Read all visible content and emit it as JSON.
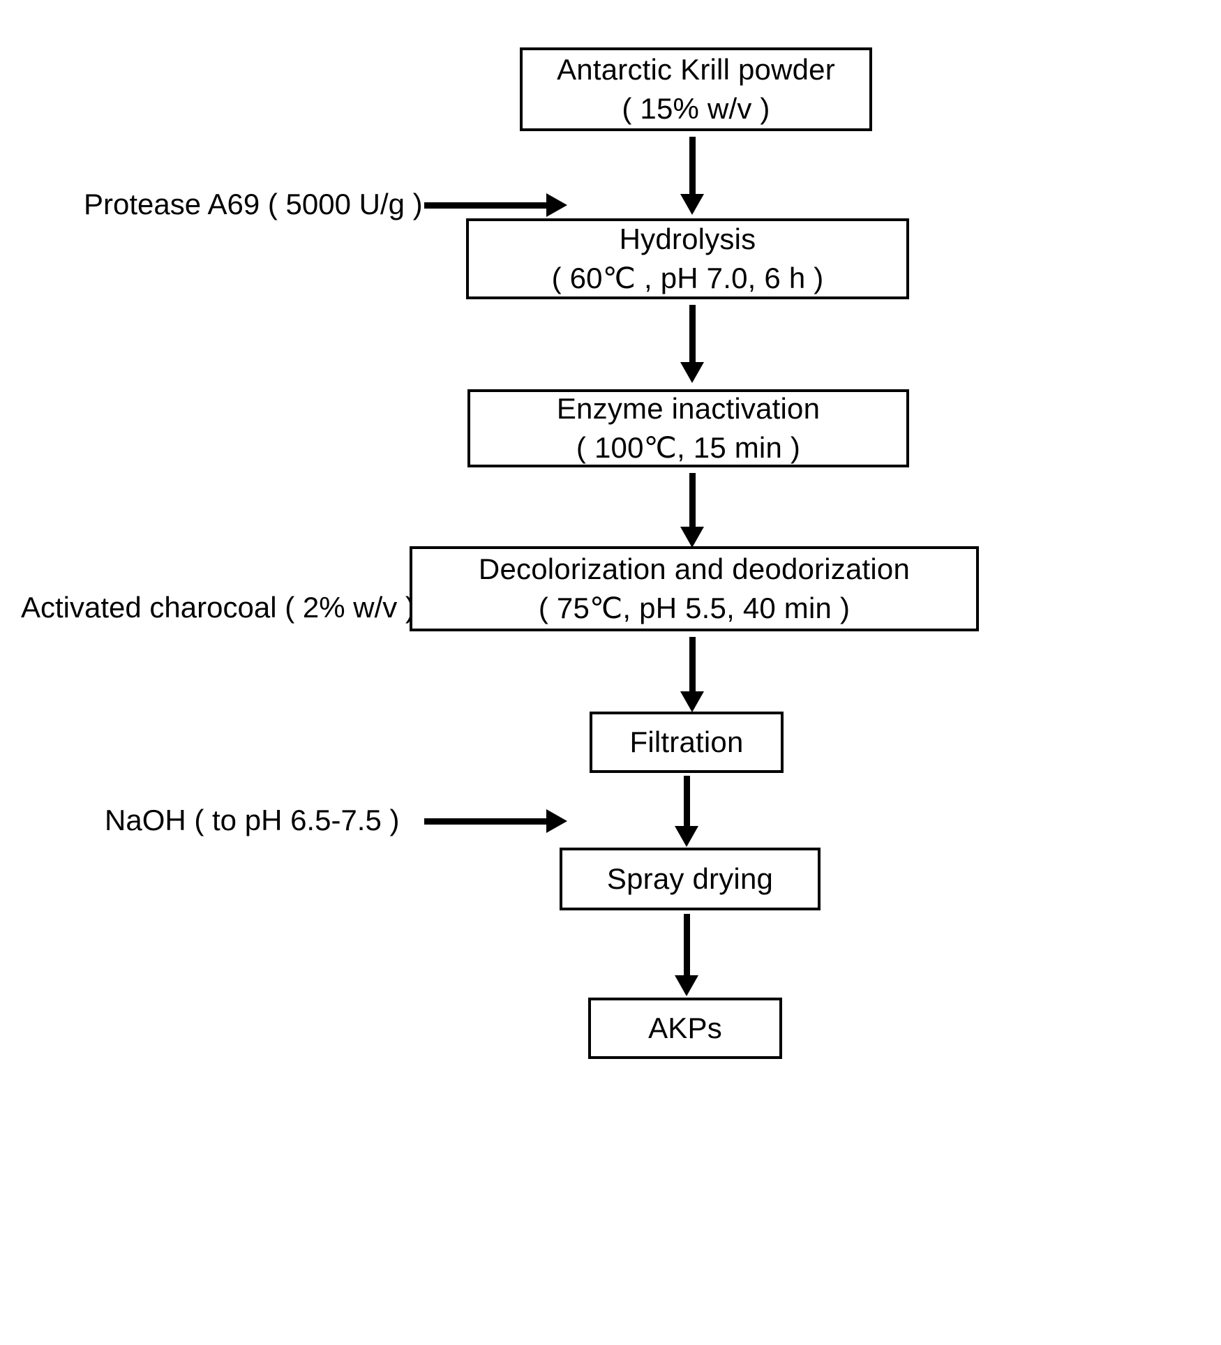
{
  "diagram": {
    "title": "Antarctic krill peptide production flowchart",
    "background_color": "#ffffff",
    "line_color": "#000000",
    "nodes": [
      {
        "id": "krill-powder",
        "line1": "Antarctic Krill powder",
        "line2": "( 15% w/v )"
      },
      {
        "id": "hydrolysis",
        "line1": "Hydrolysis",
        "line2": "( 60℃ ,   pH 7.0, 6 h )"
      },
      {
        "id": "enzyme-inactivation",
        "line1": "Enzyme inactivation",
        "line2": "( 100℃, 15 min )"
      },
      {
        "id": "decolorization",
        "line1": "Decolorization and deodorization",
        "line2": "( 75℃, pH 5.5, 40 min )"
      },
      {
        "id": "filtration",
        "line1": "Filtration",
        "line2": ""
      },
      {
        "id": "spray-drying",
        "line1": "Spray drying",
        "line2": ""
      },
      {
        "id": "akps",
        "line1": "AKPs",
        "line2": ""
      }
    ],
    "reagents": [
      {
        "id": "protease",
        "label": "Protease A69 ( 5000 U/g )"
      },
      {
        "id": "charcoal",
        "label": "Activated charocoal ( 2% w/v )"
      },
      {
        "id": "naoh",
        "label": "NaOH ( to pH 6.5-7.5 )"
      }
    ]
  }
}
